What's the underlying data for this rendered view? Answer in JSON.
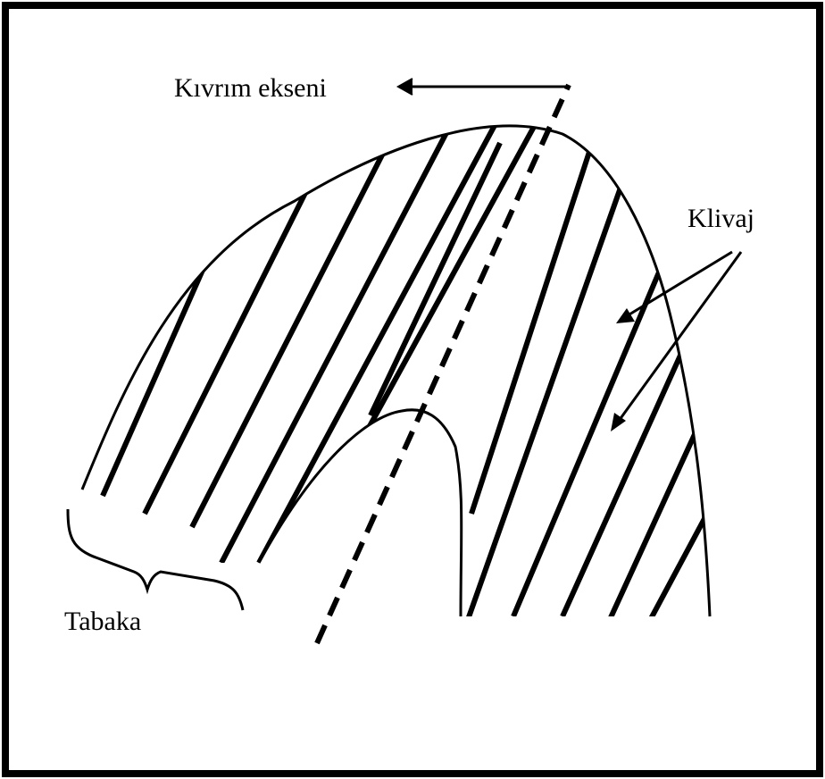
{
  "labels": {
    "fold_axis": "Kıvrım ekseni",
    "cleavage": "Klivaj",
    "layer": "Tabaka"
  },
  "colors": {
    "ink": "#000000",
    "background": "#ffffff",
    "frame": "#000000"
  }
}
